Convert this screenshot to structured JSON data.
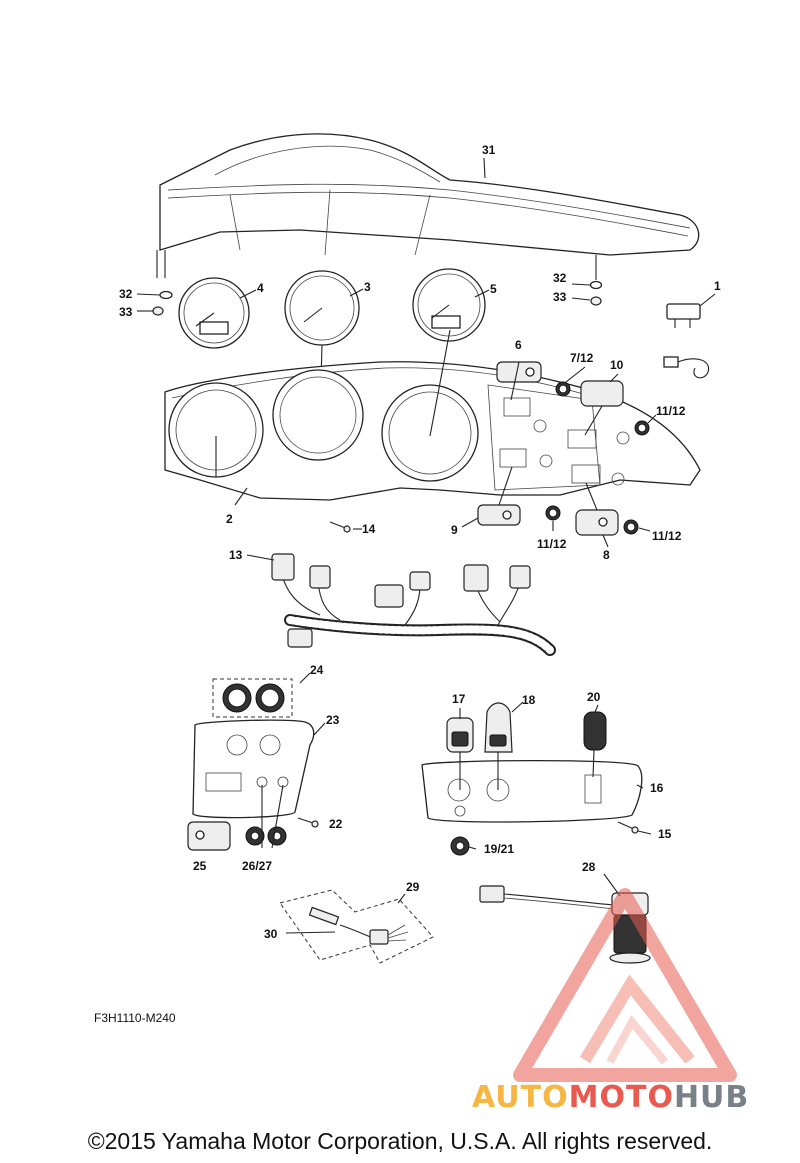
{
  "diagram": {
    "code": "F3H1110-M240",
    "copyright": "©2015 Yamaha Motor Corporation, U.S.A. All rights reserved.",
    "watermark": {
      "part1": "AUTO",
      "part2": "MOTO",
      "part3": "HUB"
    },
    "callouts": [
      {
        "id": "c31",
        "text": "31"
      },
      {
        "id": "c32a",
        "text": "32"
      },
      {
        "id": "c33a",
        "text": "33"
      },
      {
        "id": "c4",
        "text": "4"
      },
      {
        "id": "c3",
        "text": "3"
      },
      {
        "id": "c5",
        "text": "5"
      },
      {
        "id": "c32b",
        "text": "32"
      },
      {
        "id": "c33b",
        "text": "33"
      },
      {
        "id": "c1",
        "text": "1"
      },
      {
        "id": "c6",
        "text": "6"
      },
      {
        "id": "c712",
        "text": "7/12"
      },
      {
        "id": "c10",
        "text": "10"
      },
      {
        "id": "c1112a",
        "text": "11/12"
      },
      {
        "id": "c2",
        "text": "2"
      },
      {
        "id": "c14",
        "text": "14"
      },
      {
        "id": "c9",
        "text": "9"
      },
      {
        "id": "c1112b",
        "text": "11/12"
      },
      {
        "id": "c8",
        "text": "8"
      },
      {
        "id": "c1112c",
        "text": "11/12"
      },
      {
        "id": "c13",
        "text": "13"
      },
      {
        "id": "c24",
        "text": "24"
      },
      {
        "id": "c23",
        "text": "23"
      },
      {
        "id": "c22",
        "text": "22"
      },
      {
        "id": "c25",
        "text": "25"
      },
      {
        "id": "c2627",
        "text": "26/27"
      },
      {
        "id": "c17",
        "text": "17"
      },
      {
        "id": "c18",
        "text": "18"
      },
      {
        "id": "c20",
        "text": "20"
      },
      {
        "id": "c16",
        "text": "16"
      },
      {
        "id": "c15",
        "text": "15"
      },
      {
        "id": "c1921",
        "text": "19/21"
      },
      {
        "id": "c28",
        "text": "28"
      },
      {
        "id": "c29",
        "text": "29"
      },
      {
        "id": "c30",
        "text": "30"
      }
    ]
  }
}
